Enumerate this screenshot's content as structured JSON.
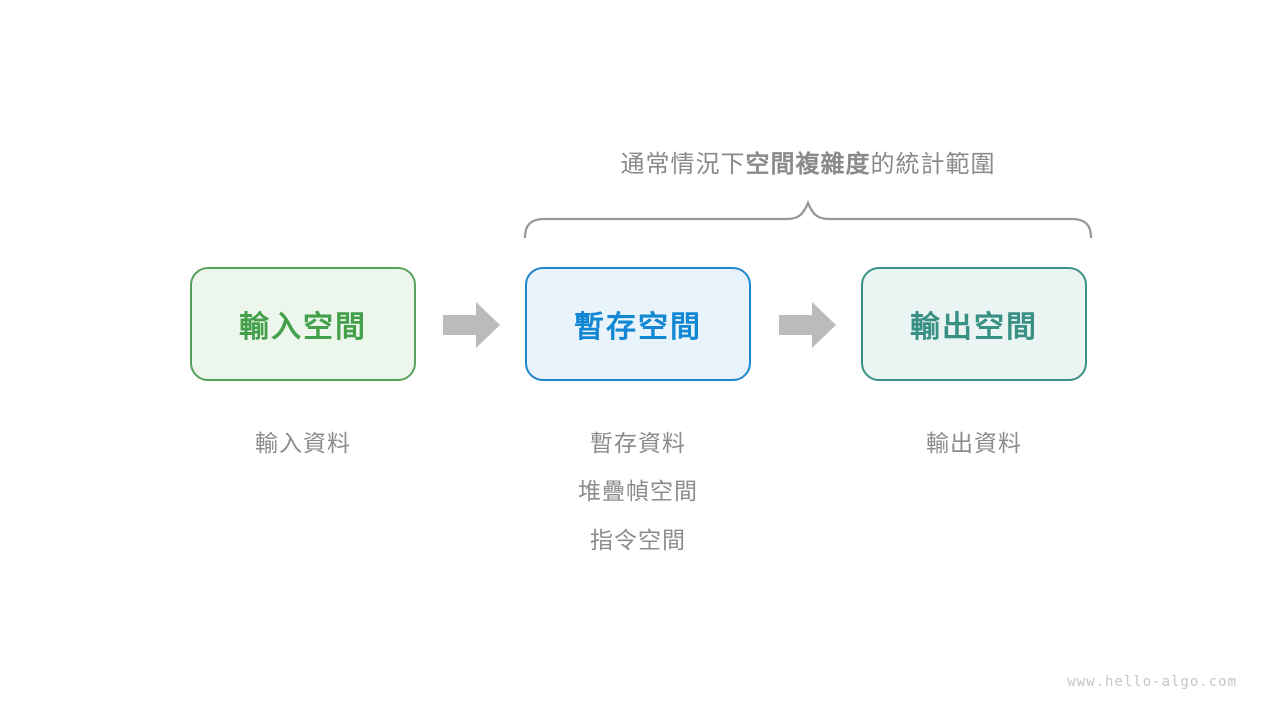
{
  "title": {
    "prefix": "通常情況下",
    "bold": "空間複雜度",
    "suffix": "的統計範圍"
  },
  "boxes": [
    {
      "label": "輸入空間",
      "border_color": "#57a25b",
      "bg_color": "#edf6ed",
      "text_color": "#44a04b"
    },
    {
      "label": "暫存空間",
      "border_color": "#1c87cf",
      "bg_color": "#e9f3fb",
      "text_color": "#1287d3"
    },
    {
      "label": "輸出空間",
      "border_color": "#3c9187",
      "bg_color": "#eaf4f2",
      "text_color": "#399085"
    }
  ],
  "captions": {
    "input": "輸入資料",
    "buffer": [
      "暫存資料",
      "堆疊幀空間",
      "指令空間"
    ],
    "output": "輸出資料"
  },
  "watermark": "www.hello-algo.com",
  "colors": {
    "title_text": "#8a8a8a",
    "caption_text": "#8c8c8c",
    "arrow": "#bbbbbb",
    "brace": "#999999",
    "watermark": "#c6c6c6",
    "background": "#ffffff"
  }
}
